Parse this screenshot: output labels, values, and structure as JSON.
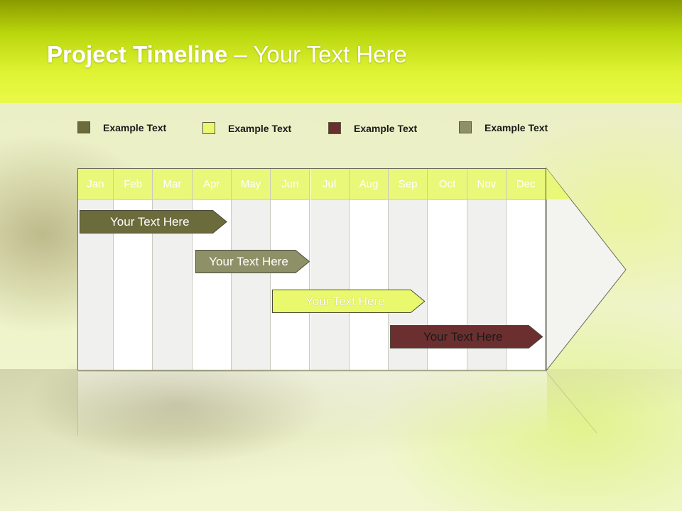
{
  "slide": {
    "title_bold": "Project Timeline",
    "title_rest": " – Your Text Here"
  },
  "legend": [
    {
      "label": "Example Text",
      "color": "#6b6b3b"
    },
    {
      "label": "Example Text",
      "color": "#eaf86e"
    },
    {
      "label": "Example Text",
      "color": "#6b2f2f"
    },
    {
      "label": "Example Text",
      "color": "#8e9168"
    }
  ],
  "timeline": {
    "months": [
      "Jan",
      "Feb",
      "Mar",
      "Apr",
      "May",
      "Jun",
      "Jul",
      "Aug",
      "Sep",
      "Oct",
      "Nov",
      "Dec"
    ],
    "tasks": [
      {
        "label": "Your  Text Here",
        "color": "#6b6b3b",
        "text_color": "#ffffff",
        "start_month": "Jan",
        "end_month": "Apr"
      },
      {
        "label": "Your  Text Here",
        "color": "#8e9168",
        "text_color": "#ffffff",
        "start_month": "Apr",
        "end_month": "Jun"
      },
      {
        "label": "Your  Text Here",
        "color": "#eaf86e",
        "text_color": "#ffffff",
        "start_month": "Jun",
        "end_month": "Sep"
      },
      {
        "label": "Your  Text Here",
        "color": "#6b2f2f",
        "text_color": "#ffffff",
        "start_month": "Sep",
        "end_month": "Dec"
      }
    ]
  }
}
